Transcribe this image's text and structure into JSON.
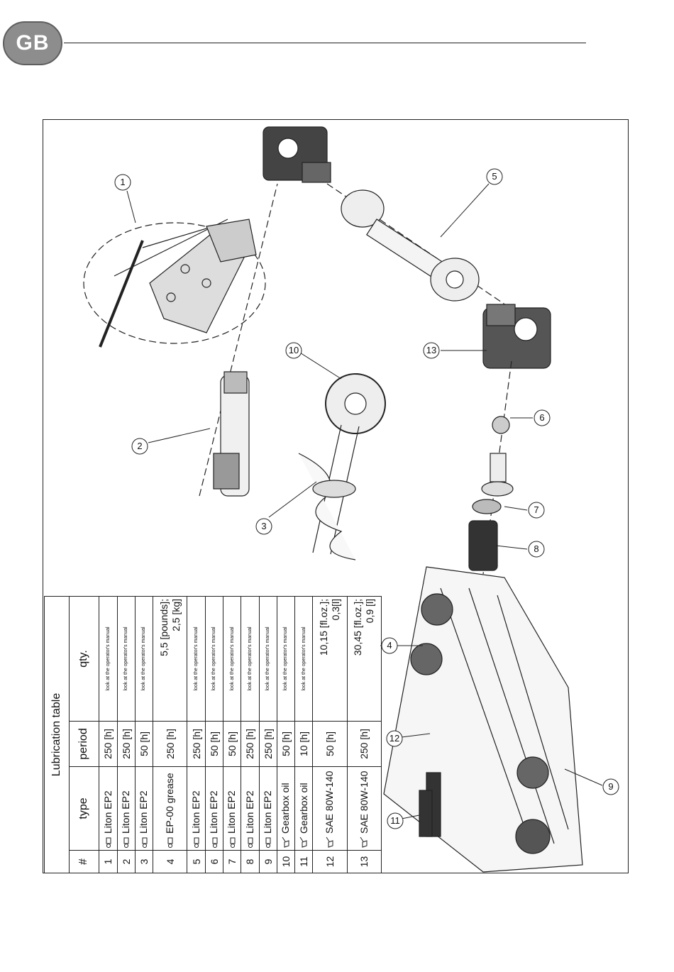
{
  "header": {
    "language_badge": "GB"
  },
  "callouts": [
    "1",
    "2",
    "3",
    "4",
    "5",
    "6",
    "7",
    "8",
    "9",
    "10",
    "11",
    "12",
    "13"
  ],
  "table": {
    "caption": "Lubrication table",
    "headers": {
      "num": "#",
      "type": "type",
      "period": "period",
      "qty": "qty."
    },
    "rows": [
      {
        "num": "1",
        "icon": "grease-gun-icon",
        "type": "Liton EP2",
        "period": "250 [h]",
        "qty": "look at the operator's manual"
      },
      {
        "num": "2",
        "icon": "grease-gun-icon",
        "type": "Liton EP2",
        "period": "250 [h]",
        "qty": "look at the operator's manual"
      },
      {
        "num": "3",
        "icon": "grease-gun-icon",
        "type": "Liton EP2",
        "period": "50 [h]",
        "qty": "look at the operator's manual"
      },
      {
        "num": "4",
        "icon": "grease-gun-icon",
        "type": "EP-00 grease",
        "period": "250 [h]",
        "qty": "5,5 [pounds];",
        "qty2": "2,5 [kg]"
      },
      {
        "num": "5",
        "icon": "grease-gun-icon",
        "type": "Liton EP2",
        "period": "250 [h]",
        "qty": "look at the operator's manual"
      },
      {
        "num": "6",
        "icon": "grease-gun-icon",
        "type": "Liton EP2",
        "period": "50 [h]",
        "qty": "look at the operator's manual"
      },
      {
        "num": "7",
        "icon": "grease-gun-icon",
        "type": "Liton EP2",
        "period": "50 [h]",
        "qty": "look at the operator's manual"
      },
      {
        "num": "8",
        "icon": "grease-gun-icon",
        "type": "Liton EP2",
        "period": "250 [h]",
        "qty": "look at the operator's manual"
      },
      {
        "num": "9",
        "icon": "grease-gun-icon",
        "type": "Liton EP2",
        "period": "250 [h]",
        "qty": "look at the operator's manual"
      },
      {
        "num": "10",
        "icon": "oil-can-icon",
        "type": "Gearbox oil",
        "period": "50 [h]",
        "qty": "look at the operator's manual"
      },
      {
        "num": "11",
        "icon": "oil-can-icon",
        "type": "Gearbox oil",
        "period": "10 [h]",
        "qty": "look at the operator's manual"
      },
      {
        "num": "12",
        "icon": "oil-can-icon",
        "type": "SAE 80W-140",
        "period": "50 [h]",
        "qty": "10,15 [fl.oz.];",
        "qty2": "0,3[l]"
      },
      {
        "num": "13",
        "icon": "oil-can-icon",
        "type": "SAE 80W-140",
        "period": "250 [h]",
        "qty": "30,45 [fl.oz.];",
        "qty2": "0,9 [l]"
      }
    ]
  }
}
